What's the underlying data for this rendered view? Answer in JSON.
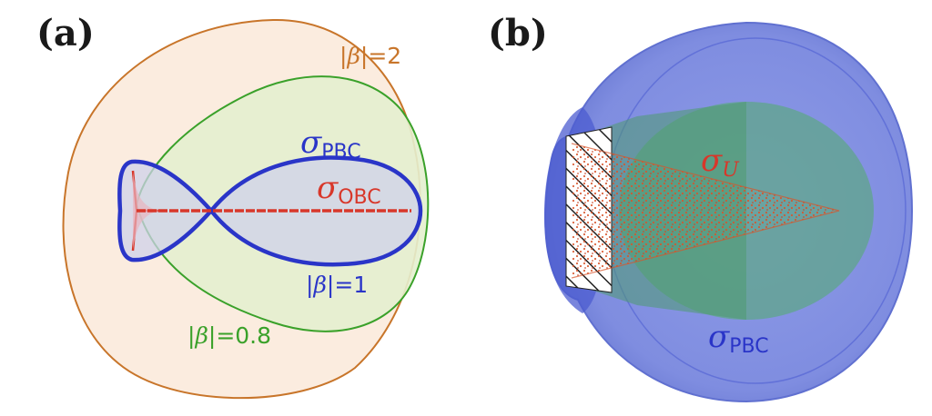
{
  "panel_a": {
    "label": "(a)",
    "beta2": {
      "prefix": "|",
      "sym": "β",
      "suffix": "|=2",
      "color": "#c8752a"
    },
    "beta1": {
      "prefix": "|",
      "sym": "β",
      "suffix": "|=1",
      "color": "#2a35c8"
    },
    "beta08": {
      "prefix": "|",
      "sym": "β",
      "suffix": "|=0.8",
      "color": "#3aa12a"
    },
    "pbc": {
      "sym": "σ",
      "sub": "PBC",
      "color": "#2a35c8"
    },
    "obc": {
      "sym": "σ",
      "sub": "OBC",
      "color": "#d8372a"
    }
  },
  "panel_b": {
    "label": "(b)",
    "u": {
      "sym": "σ",
      "sub": "U",
      "color": "#d8372a"
    },
    "pbc": {
      "sym": "σ",
      "sub": "PBC",
      "color": "#2a35c8"
    }
  }
}
